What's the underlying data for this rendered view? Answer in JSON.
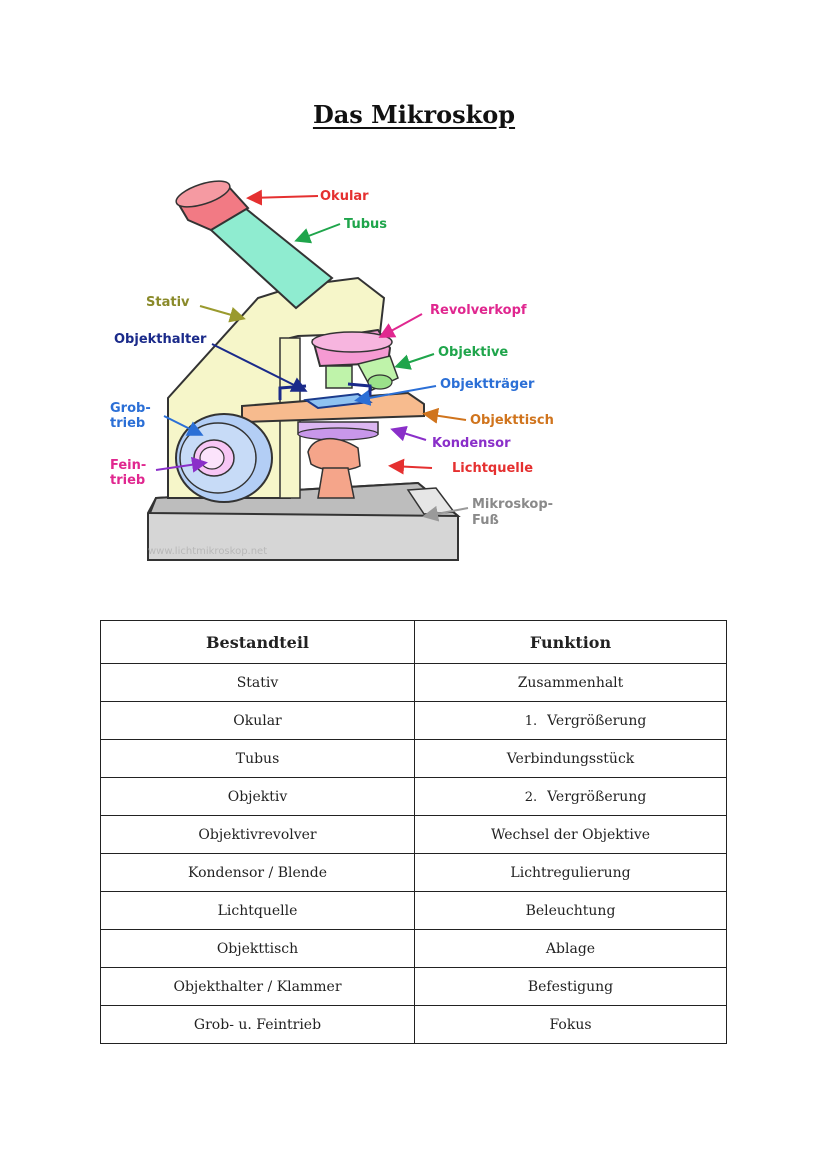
{
  "document": {
    "title": "Das Mikroskop"
  },
  "diagram": {
    "labels": {
      "okular": "Okular",
      "tubus": "Tubus",
      "stativ": "Stativ",
      "revolverkopf": "Revolverkopf",
      "objekthalter": "Objekthalter",
      "objektive": "Objektive",
      "objekttraeger": "Objektträger",
      "grobtrieb_1": "Grob-",
      "grobtrieb_2": "trieb",
      "objekttisch": "Objekttisch",
      "kondensor": "Kondensor",
      "feintrieb_1": "Fein-",
      "feintrieb_2": "trieb",
      "lichtquelle": "Lichtquelle",
      "fuss_1": "Mikroskop-",
      "fuss_2": "Fuß"
    },
    "watermark": "www.lichtmikroskop.net",
    "colors": {
      "okular": "#f2707a",
      "tubus": "#7fe7c8",
      "stativ": "#f3f3c6",
      "revolver": "#f08fd0",
      "objektive": "#b7f2a0",
      "objekttisch": "#f5b58a",
      "kondensor": "#d7b0ef",
      "triebe": "#a9c8f5",
      "fuss": "#c9c9c9"
    }
  },
  "table": {
    "headers": [
      "Bestandteil",
      "Funktion"
    ],
    "rows": [
      {
        "part": "Stativ",
        "function": "Zusammenhalt",
        "num": ""
      },
      {
        "part": "Okular",
        "function": "Vergrößerung",
        "num": "1."
      },
      {
        "part": "Tubus",
        "function": "Verbindungsstück",
        "num": ""
      },
      {
        "part": "Objektiv",
        "function": "Vergrößerung",
        "num": "2."
      },
      {
        "part": "Objektivrevolver",
        "function": "Wechsel der Objektive",
        "num": ""
      },
      {
        "part": "Kondensor / Blende",
        "function": "Lichtregulierung",
        "num": ""
      },
      {
        "part": "Lichtquelle",
        "function": "Beleuchtung",
        "num": ""
      },
      {
        "part": "Objekttisch",
        "function": "Ablage",
        "num": ""
      },
      {
        "part": "Objekthalter / Klammer",
        "function": "Befestigung",
        "num": ""
      },
      {
        "part": "Grob- u. Feintrieb",
        "function": "Fokus",
        "num": ""
      }
    ]
  }
}
